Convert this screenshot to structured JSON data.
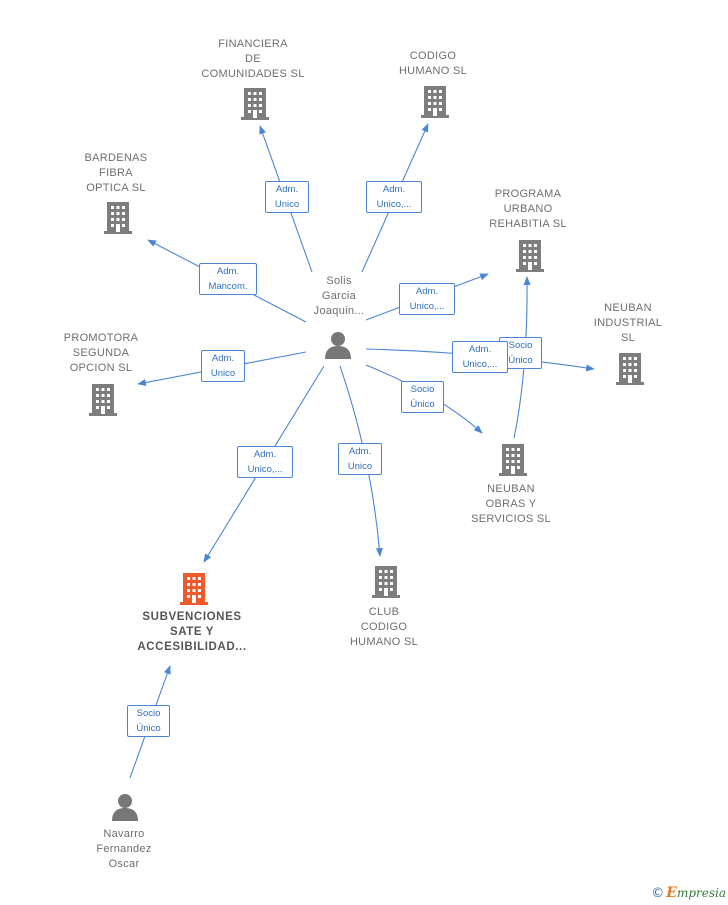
{
  "colors": {
    "edge": "#4a86d4",
    "building": "#7d7d7d",
    "building_highlight": "#f05a2a",
    "person": "#777777"
  },
  "nodes": {
    "financiera": {
      "label": "FINANCIERA\nDE\nCOMUNIDADES SL",
      "icon": "building-icon"
    },
    "codigo_humano": {
      "label": "CODIGO\nHUMANO  SL",
      "icon": "building-icon"
    },
    "bardenas": {
      "label": "BARDENAS\nFIBRA\nOPTICA  SL",
      "icon": "building-icon"
    },
    "programa": {
      "label": "PROGRAMA\nURBANO\nREHABITIA  SL",
      "icon": "building-icon"
    },
    "neuban_industrial": {
      "label": "NEUBAN\nINDUSTRIAL\nSL",
      "icon": "building-icon"
    },
    "promotora": {
      "label": "PROMOTORA\nSEGUNDA\nOPCION SL",
      "icon": "building-icon"
    },
    "solis": {
      "label": "Solis\nGarcia\nJoaquin...",
      "icon": "person-icon"
    },
    "neuban_obras": {
      "label": "NEUBAN\nOBRAS Y\nSERVICIOS  SL",
      "icon": "building-icon"
    },
    "subvenciones": {
      "label": "SUBVENCIONES\nSATE Y\nACCESIBILIDAD...",
      "icon": "building-icon"
    },
    "club": {
      "label": "CLUB\nCODIGO\nHUMANO  SL",
      "icon": "building-icon"
    },
    "navarro": {
      "label": "Navarro\nFernandez\nOscar",
      "icon": "person-icon"
    }
  },
  "edges": {
    "e1": "Adm.\nUnico",
    "e2": "Adm.\nUnico,...",
    "e3": "Adm.\nMancom.",
    "e4": "Adm.\nUnico,...",
    "e5": "Adm.\nUnico,...",
    "e6": "Socio\nÚnico",
    "e7": "Adm.\nUnico",
    "e8": "Socio\nÚnico",
    "e9": "Adm.\nUnico,...",
    "e10": "Adm.\nUnico",
    "e11": "Socio\nÚnico"
  },
  "footer": {
    "copyright": "©",
    "brand_initial": "E",
    "brand_rest": "mpresia"
  }
}
